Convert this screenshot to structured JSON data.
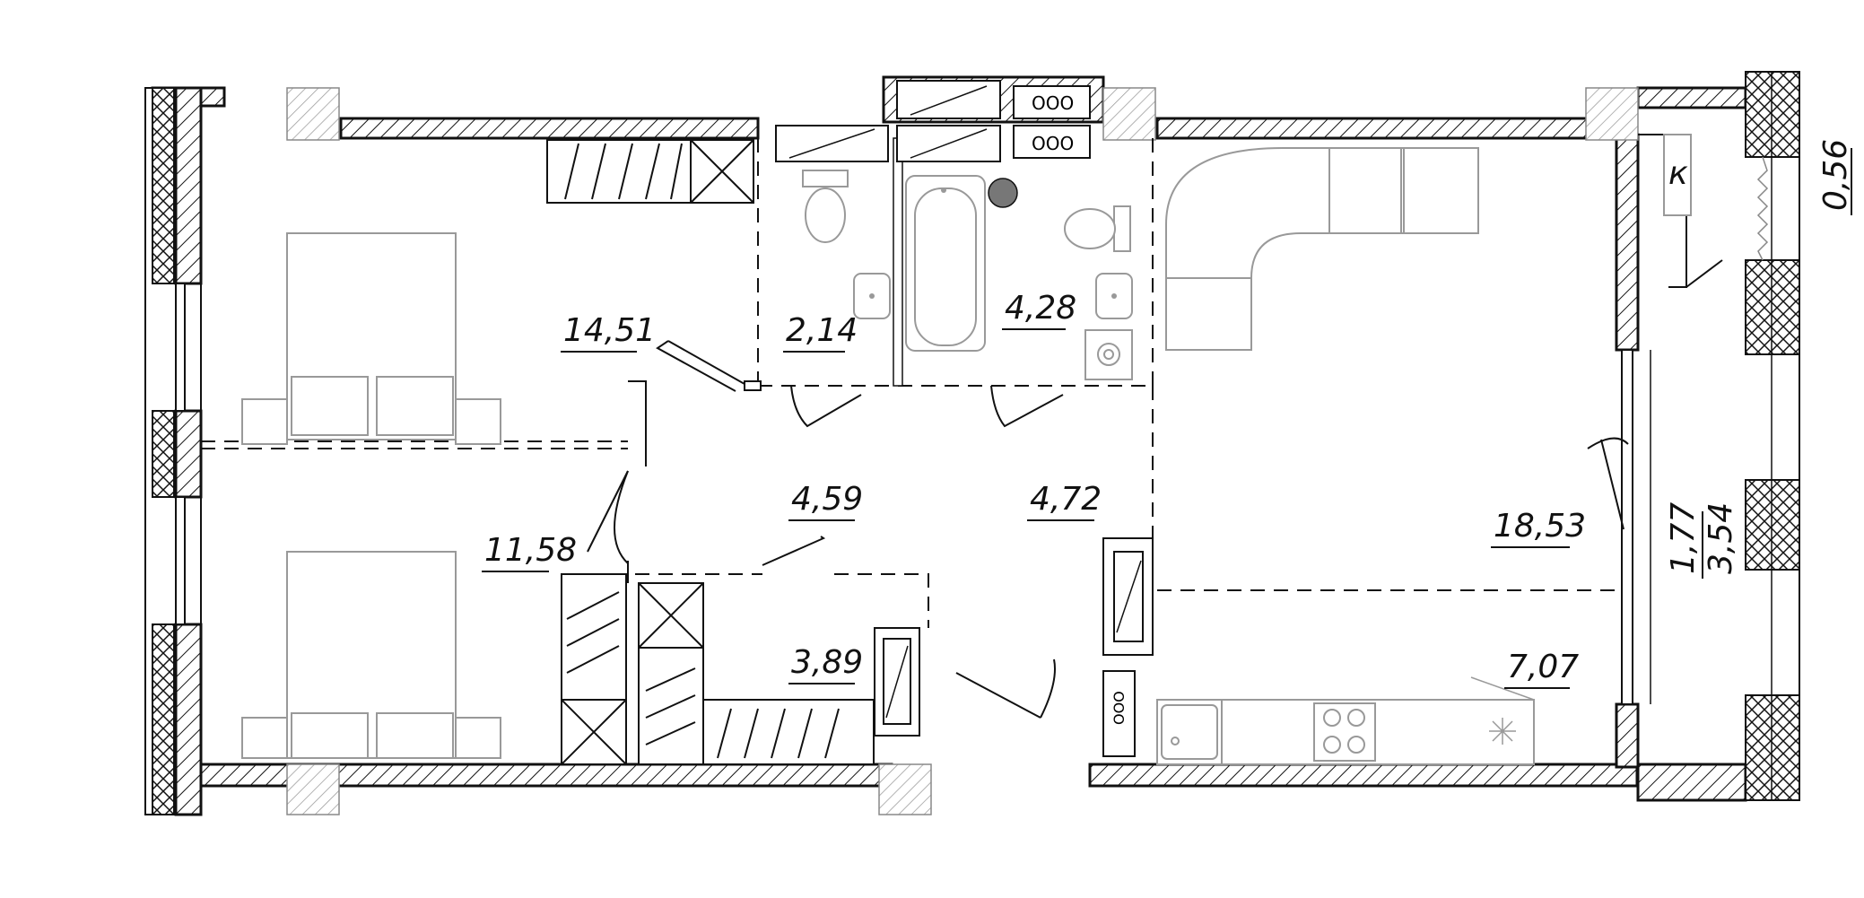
{
  "rooms": [
    {
      "id": "bedroom-1",
      "area": "14,51"
    },
    {
      "id": "bedroom-2",
      "area": "11,58"
    },
    {
      "id": "toilet",
      "area": "2,14"
    },
    {
      "id": "bathroom",
      "area": "4,28"
    },
    {
      "id": "corridor",
      "area": "4,59"
    },
    {
      "id": "hall",
      "area": "4,72"
    },
    {
      "id": "storage",
      "area": "3,89"
    },
    {
      "id": "living-room",
      "area": "18,53"
    },
    {
      "id": "kitchen",
      "area": "7,07"
    },
    {
      "id": "balcony",
      "area": "1,77"
    },
    {
      "id": "balcony-total",
      "area": "3,54"
    },
    {
      "id": "balcony-ratio",
      "area": "0,56"
    }
  ],
  "closet_label": "к",
  "icons": [
    "bed-icon",
    "toilet-icon",
    "sink-icon",
    "bathtub-icon",
    "sofa-icon",
    "stove-icon",
    "kitchen-sink-icon",
    "ventilation-shaft-icon",
    "wardrobe-icon",
    "boiler-icon"
  ]
}
